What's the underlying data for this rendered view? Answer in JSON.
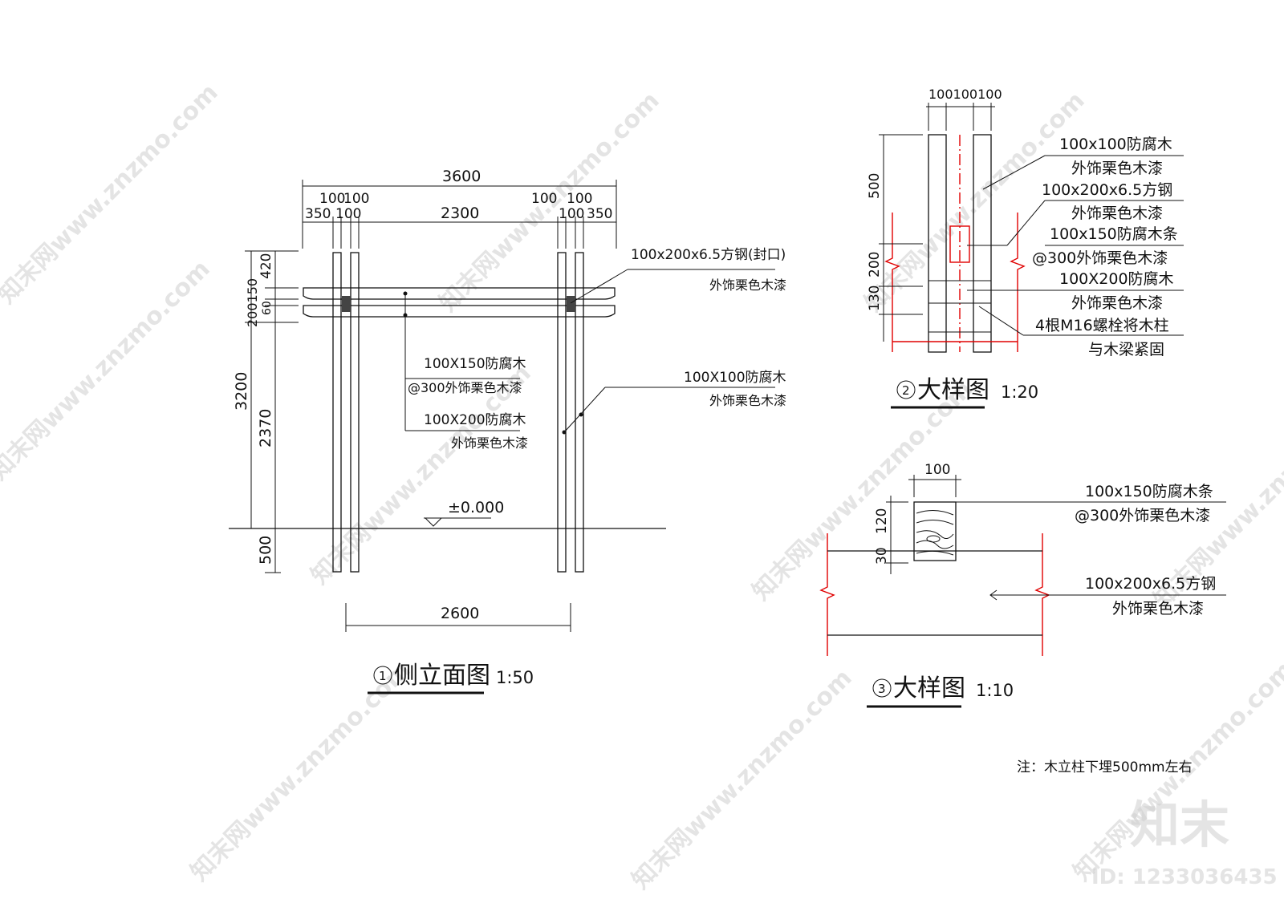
{
  "watermark": {
    "site": "知末网www.znzmo.com",
    "logo": "知末",
    "id": "ID: 1233036435"
  },
  "elevation": {
    "title_num": "1",
    "title": "侧立面图",
    "scale": "1:50",
    "dims_top": {
      "total": "3600",
      "a": "100",
      "b": "100",
      "c": "100",
      "d": "100",
      "e": "350",
      "f": "100",
      "g": "2300",
      "h": "100",
      "i": "350"
    },
    "dims_left": {
      "d420": "420",
      "d200150": "200150",
      "d60": "60",
      "d3200": "3200",
      "d2370": "2370",
      "d500": "500"
    },
    "dim_bottom": "2600",
    "level": "±0.000",
    "callouts": {
      "steel_a": "100x200x6.5方钢(封口)",
      "steel_b": "外饰栗色木漆",
      "slat_a": "100X150防腐木",
      "slat_b": "@300外饰栗色木漆",
      "beam_a": "100X200防腐木",
      "beam_b": "外饰栗色木漆",
      "post_a": "100X100防腐木",
      "post_b": "外饰栗色木漆"
    }
  },
  "detail2": {
    "title_num": "2",
    "title": "大样图",
    "scale": "1:20",
    "dim_top": "100100100",
    "dims_left": {
      "d500": "500",
      "d200": "200",
      "d130": "130"
    },
    "notes": [
      "100x100防腐木",
      "外饰栗色木漆",
      "100x200x6.5方钢",
      "外饰栗色木漆",
      "100x150防腐木条",
      "@300外饰栗色木漆",
      "100X200防腐木",
      "外饰栗色木漆",
      "4根M16螺栓将木柱",
      "与木梁紧固"
    ]
  },
  "detail3": {
    "title_num": "3",
    "title": "大样图",
    "scale": "1:10",
    "dim_top": "100",
    "dims_left": {
      "d120": "120",
      "d30": "30"
    },
    "notes": [
      "100x150防腐木条",
      "@300外饰栗色木漆",
      "100x200x6.5方钢",
      "外饰栗色木漆"
    ]
  },
  "footnote": "注：木立柱下埋500mm左右"
}
